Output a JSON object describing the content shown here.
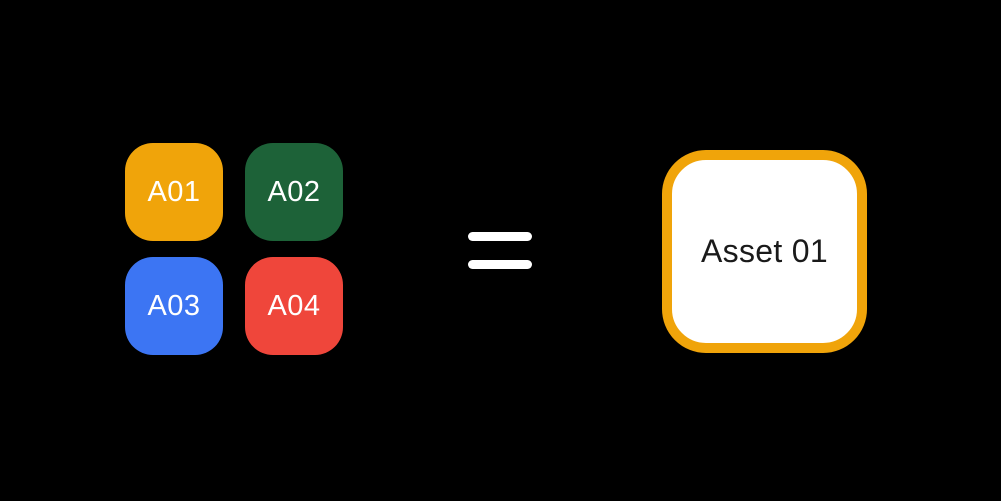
{
  "background_color": "#000000",
  "tiles": [
    {
      "label": "A01",
      "color": "#F0A40A",
      "text_color": "#FFFFFF"
    },
    {
      "label": "A02",
      "color": "#1D6238",
      "text_color": "#FFFFFF"
    },
    {
      "label": "A03",
      "color": "#3C75F3",
      "text_color": "#FFFFFF"
    },
    {
      "label": "A04",
      "color": "#EF463B",
      "text_color": "#FFFFFF"
    }
  ],
  "equals": {
    "icon_name": "equals-sign",
    "color": "#FFFFFF"
  },
  "asset_card": {
    "label": "Asset 01",
    "background": "#FFFFFF",
    "border_color": "#F0A40A",
    "text_color": "#1A1A1A"
  }
}
